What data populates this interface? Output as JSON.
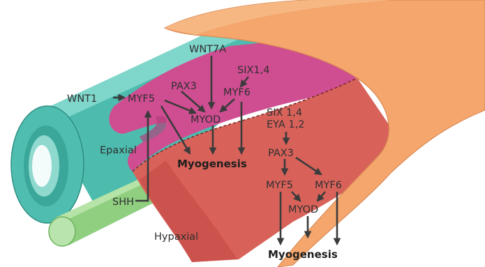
{
  "labels": {
    "wnt7a": "WNT7A",
    "six14_top": "SIX1,4",
    "pax3_top": "PAX3",
    "wnt1": "WNT1",
    "myf5_top": "MYF5",
    "myf6_top": "MYF6",
    "myod_top": "MYOD",
    "six14_bottom": "SIX 1,4",
    "eya12": "EYA 1,2",
    "epaxial": "Epaxial",
    "myogenesis_top": "Myogenesis",
    "pax3_bottom": "PAX3",
    "myf5_bottom": "MYF5",
    "myf6_bottom": "MYF6",
    "myod_bottom": "MYOD",
    "shh": "SHH",
    "hypaxial": "Hypaxial",
    "myogenesis_bottom": "Myogenesis"
  },
  "colors": {
    "neural_tube": "#5cc8bb",
    "notochord": "#9ed68e",
    "epaxial_muscle": "#cc4f90",
    "hypaxial_muscle": "#d9655d",
    "ectoderm": "#f2a46b",
    "arrow": "#3b3b3b"
  }
}
